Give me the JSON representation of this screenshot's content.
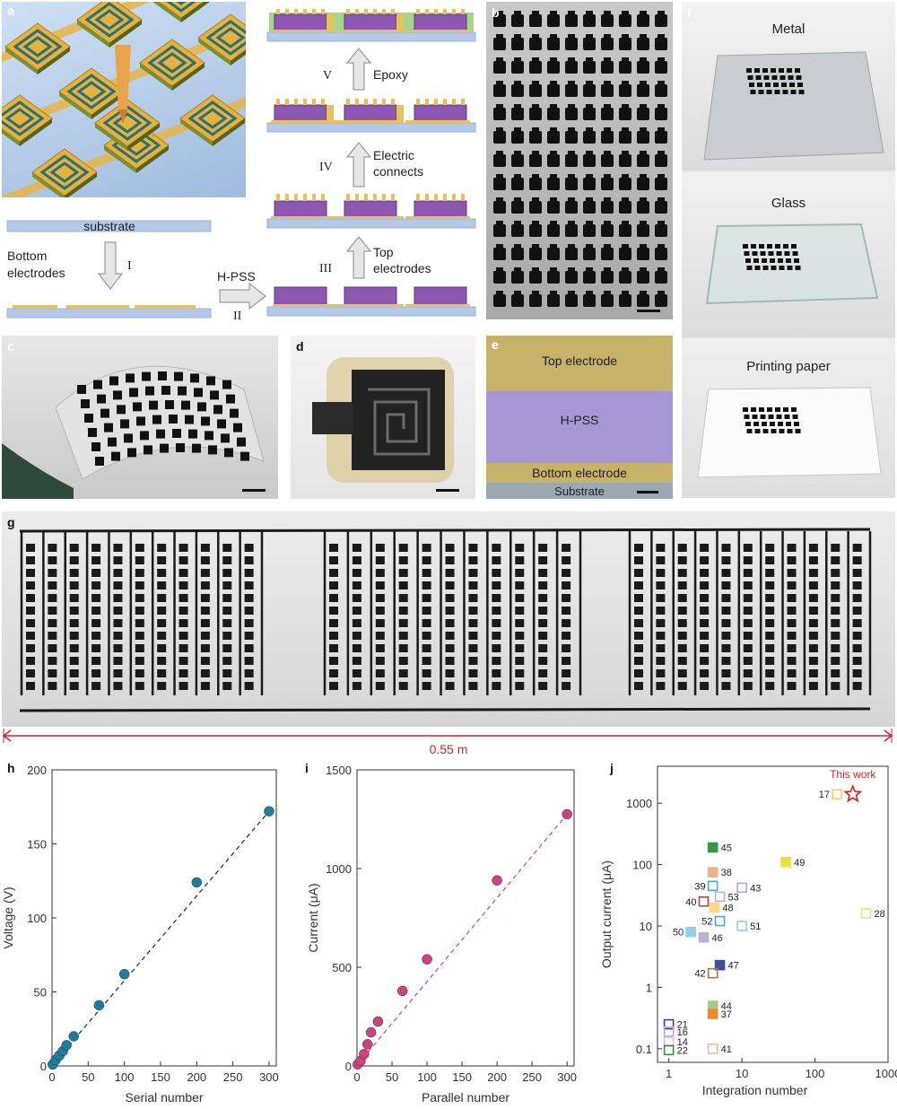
{
  "panel_labels": {
    "a": "a",
    "b": "b",
    "c": "c",
    "d": "d",
    "e": "e",
    "f": "f",
    "g": "g",
    "h": "h",
    "i": "i",
    "j": "j"
  },
  "process": {
    "substrate": "substrate",
    "bottom_electrodes": [
      "Bottom",
      "electrodes"
    ],
    "step_I": "I",
    "hpss": "H-PSS",
    "step_II": "II",
    "step_III": "III",
    "top_electrodes": [
      "Top",
      "electrodes"
    ],
    "step_IV": "IV",
    "electric_connects": [
      "Electric",
      "connects"
    ],
    "step_V": "V",
    "epoxy": "Epoxy"
  },
  "cross_section": {
    "top": "Top electrode",
    "middle": "H-PSS",
    "bottom": "Bottom electrode",
    "substrate": "Substrate"
  },
  "substrates": {
    "metal": "Metal",
    "glass": "Glass",
    "paper": "Printing paper"
  },
  "length_label": "0.55 m",
  "colors": {
    "electrode": "#e8c15a",
    "hpss": "#8e57b4",
    "substrate": "#a9c4e2",
    "epoxy": "#a8d48a",
    "h_series": "#1f7d9a",
    "i_series": "#d2417f",
    "accent_red": "#d22222"
  },
  "chart_data": [
    {
      "type": "scatter",
      "xlabel": "Serial number",
      "ylabel": "Voltage (V)",
      "xlim": [
        0,
        310
      ],
      "ylim": [
        0,
        200
      ],
      "xticks": [
        0,
        50,
        100,
        150,
        200,
        250,
        300
      ],
      "yticks": [
        0,
        50,
        100,
        150,
        200
      ],
      "x": [
        1,
        5,
        10,
        15,
        20,
        30,
        65,
        100,
        200,
        300
      ],
      "y": [
        1,
        4,
        7,
        10,
        14,
        20,
        41,
        62,
        124,
        172
      ],
      "fit": "dashed line"
    },
    {
      "type": "scatter",
      "xlabel": "Parallel number",
      "ylabel": "Current (μA)",
      "xlim": [
        0,
        310
      ],
      "ylim": [
        0,
        1500
      ],
      "xticks": [
        0,
        50,
        100,
        150,
        200,
        250,
        300
      ],
      "yticks": [
        0,
        500,
        1000,
        1500
      ],
      "x": [
        1,
        5,
        10,
        15,
        20,
        30,
        65,
        100,
        200,
        300
      ],
      "y": [
        8,
        25,
        60,
        110,
        170,
        225,
        380,
        540,
        940,
        1275
      ],
      "fit": "dashed line"
    },
    {
      "type": "scatter",
      "scale": "log-log",
      "xlabel": "Integration number",
      "ylabel": "Output current (μA)",
      "xlim": [
        0.7,
        1000
      ],
      "ylim": [
        0.06,
        4000
      ],
      "xticks": [
        "1",
        "10",
        "100",
        "1000"
      ],
      "yticks": [
        "0.1",
        "1",
        "10",
        "100",
        "1000"
      ],
      "annotation": "This work",
      "points": [
        {
          "label": "17",
          "x": 200,
          "y": 1400,
          "color": "#e0d86a",
          "filled": false
        },
        {
          "label": "",
          "x": 330,
          "y": 1400,
          "color": "#d22222",
          "marker": "star"
        },
        {
          "label": "45",
          "x": 4,
          "y": 190,
          "color": "#2e9a46",
          "filled": true
        },
        {
          "label": "49",
          "x": 40,
          "y": 110,
          "color": "#f2dc3a",
          "filled": true
        },
        {
          "label": "38",
          "x": 4,
          "y": 75,
          "color": "#e8b48e",
          "filled": true
        },
        {
          "label": "39",
          "x": 4,
          "y": 45,
          "color": "#3ab0d8",
          "filled": false
        },
        {
          "label": "43",
          "x": 10,
          "y": 42,
          "color": "#a9a9c8",
          "filled": false
        },
        {
          "label": "53",
          "x": 5,
          "y": 30,
          "color": "#c8a8dc",
          "filled": false
        },
        {
          "label": "40",
          "x": 3,
          "y": 25,
          "color": "#d33a3a",
          "filled": false
        },
        {
          "label": "48",
          "x": 4.2,
          "y": 20,
          "color": "#f4d98a",
          "filled": true
        },
        {
          "label": "28",
          "x": 500,
          "y": 16,
          "color": "#e8e08a",
          "filled": false
        },
        {
          "label": "52",
          "x": 5,
          "y": 12,
          "color": "#3ab0d8",
          "filled": false
        },
        {
          "label": "51",
          "x": 10,
          "y": 10,
          "color": "#8fd0e6",
          "filled": false
        },
        {
          "label": "50",
          "x": 2,
          "y": 8,
          "color": "#8fd0ea",
          "filled": true
        },
        {
          "label": "46",
          "x": 3,
          "y": 6.5,
          "color": "#b9b3d9",
          "filled": true
        },
        {
          "label": "47",
          "x": 5,
          "y": 2.3,
          "color": "#3d4fa0",
          "filled": true
        },
        {
          "label": "42",
          "x": 4,
          "y": 1.7,
          "color": "#b07a2a",
          "filled": false
        },
        {
          "label": "44",
          "x": 4,
          "y": 0.5,
          "color": "#9fd18a",
          "filled": true
        },
        {
          "label": "37",
          "x": 4,
          "y": 0.37,
          "color": "#ef8a2c",
          "filled": true
        },
        {
          "label": "21",
          "x": 1,
          "y": 0.25,
          "color": "#2e4c8e",
          "filled": false
        },
        {
          "label": "16",
          "x": 1,
          "y": 0.19,
          "color": "#b8a8c8",
          "filled": false
        },
        {
          "label": "14",
          "x": 1,
          "y": 0.13,
          "color": "#f0b8c8",
          "filled": false
        },
        {
          "label": "22",
          "x": 1,
          "y": 0.095,
          "color": "#2e9a46",
          "filled": false
        },
        {
          "label": "41",
          "x": 4,
          "y": 0.1,
          "color": "#f0b890",
          "filled": false
        }
      ]
    }
  ]
}
